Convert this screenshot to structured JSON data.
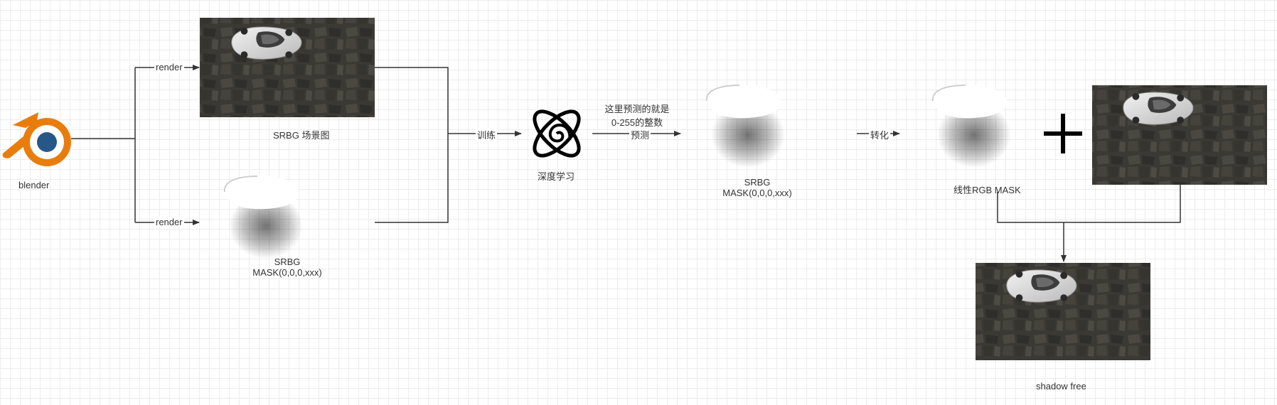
{
  "labels": {
    "blender": "blender",
    "render_top": "render",
    "render_bottom": "render",
    "srbg_scene": "SRBG 场景图",
    "srbg_mask_left_line1": "SRBG",
    "srbg_mask_left_line2": "MASK(0,0,0,xxx)",
    "train": "训练",
    "deep_learning": "深度学习",
    "predict_note_line1": "这里预测的就是",
    "predict_note_line2": "0-255的整数",
    "predict": "预测",
    "srbg_mask_mid_line1": "SRBG",
    "srbg_mask_mid_line2": "MASK(0,0,0,xxx)",
    "convert": "转化",
    "linear_rgb_mask": "线性RGB MASK",
    "shadow_free": "shadow free"
  },
  "icons": {
    "blender_logo": "blender-logo-icon",
    "deep_learning": "atom-spiral-icon",
    "plus": "plus-icon"
  },
  "colors": {
    "blender_orange": "#e87d0d",
    "blender_blue": "#265787",
    "line": "#333333",
    "ground": "#3b3a35"
  }
}
